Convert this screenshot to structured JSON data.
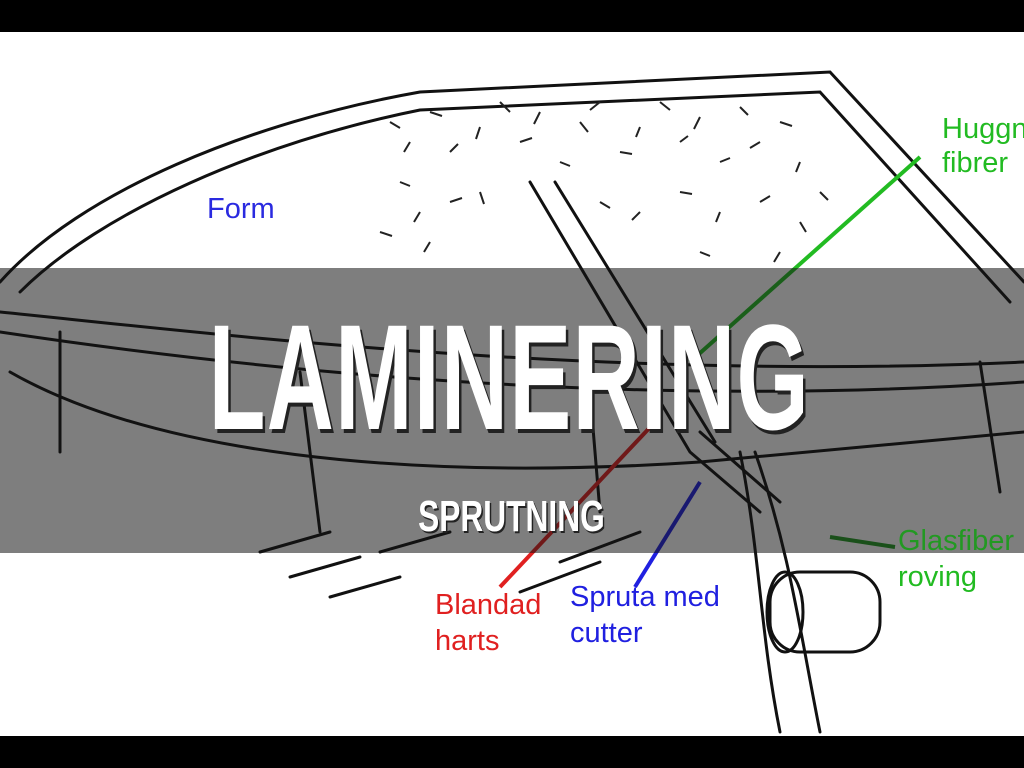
{
  "slide": {
    "title": "LAMINERING",
    "subtitle": "SPRUTNING"
  },
  "diagram": {
    "labels": {
      "form": "Form",
      "huggna_fibrer_1": "Huggna",
      "huggna_fibrer_2": "fibrer",
      "glasfiber_1": "Glasfiber",
      "glasfiber_2": "roving",
      "blandad_1": "Blandad",
      "blandad_2": "harts",
      "spruta_1": "Spruta med",
      "spruta_2": "cutter"
    },
    "colors": {
      "form": "#2a2ae0",
      "huggna": "#22bb22",
      "glasfiber": "#229922",
      "blandad": "#e02020",
      "spruta": "#2020e0"
    }
  }
}
